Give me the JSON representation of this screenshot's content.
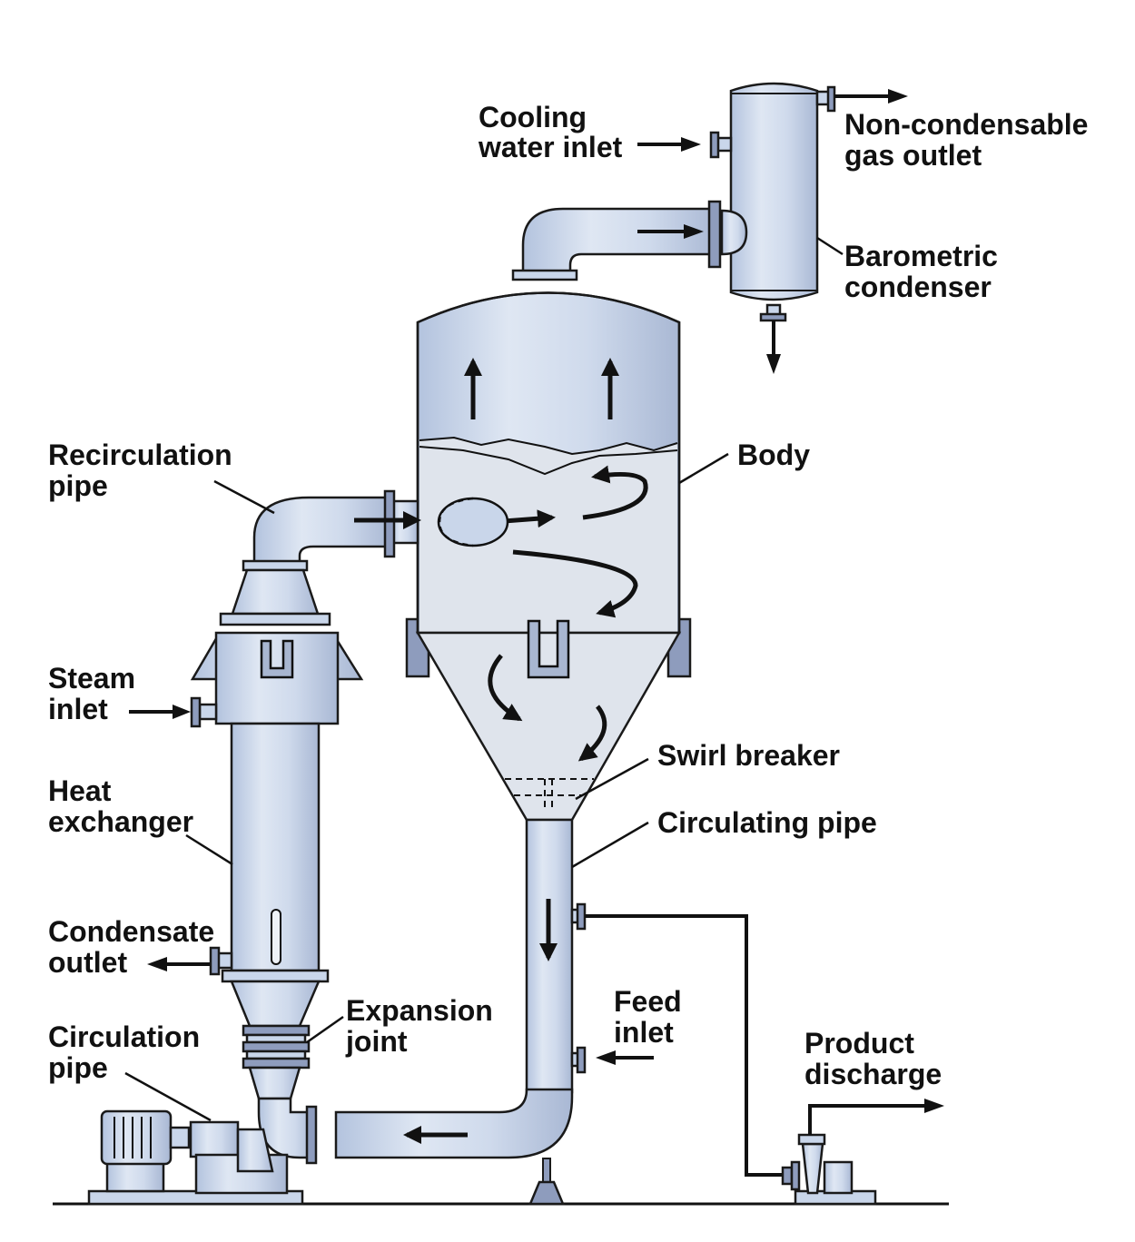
{
  "labels": {
    "cooling_water_inlet": [
      "Cooling",
      "water inlet"
    ],
    "non_condensable_gas_outlet": [
      "Non-condensable",
      "gas outlet"
    ],
    "barometric_condenser": [
      "Barometric",
      "condenser"
    ],
    "body": "Body",
    "recirculation_pipe": [
      "Recirculation",
      "pipe"
    ],
    "steam_inlet": [
      "Steam",
      "inlet"
    ],
    "swirl_breaker": "Swirl breaker",
    "heat_exchanger": [
      "Heat",
      "exchanger"
    ],
    "circulating_pipe": "Circulating pipe",
    "condensate_outlet": [
      "Condensate",
      "outlet"
    ],
    "feed_inlet": [
      "Feed",
      "inlet"
    ],
    "expansion_joint": [
      "Expansion",
      "joint"
    ],
    "circulation_pipe": [
      "Circulation",
      "pipe"
    ],
    "product_discharge": [
      "Product",
      "discharge"
    ]
  },
  "colors": {
    "equipment_light": "#dfe7f3",
    "equipment_mid": "#b3c3de",
    "equipment_dark": "#8e9cbd",
    "liquid": "#dfe4ec",
    "outline": "#1a1a1a",
    "background": "#ffffff"
  }
}
